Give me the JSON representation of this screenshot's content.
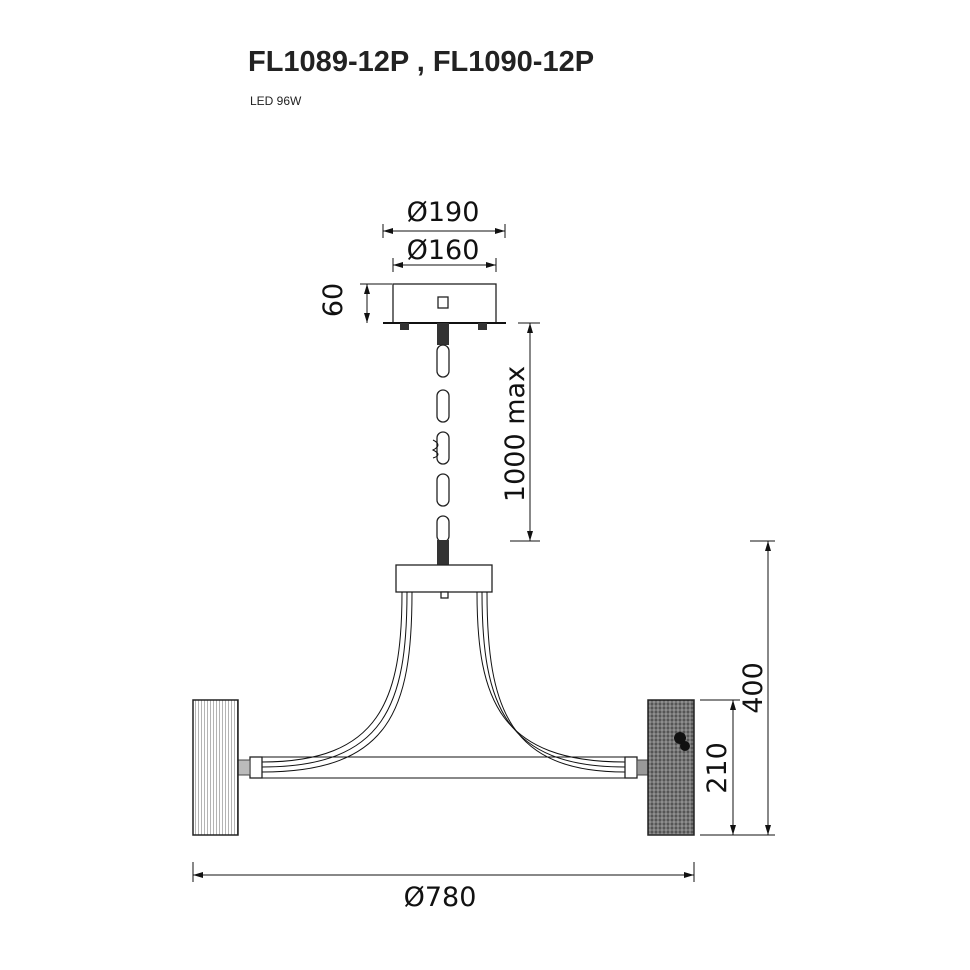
{
  "title": "FL1089-12P , FL1090-12P",
  "subtitle": "LED 96W",
  "dimensions": {
    "canopy_outer": "Ø190",
    "canopy_inner": "Ø160",
    "canopy_height": "60",
    "chain_length": "1000 max",
    "total_height": "400",
    "shade_height": "210",
    "total_width": "Ø780"
  }
}
